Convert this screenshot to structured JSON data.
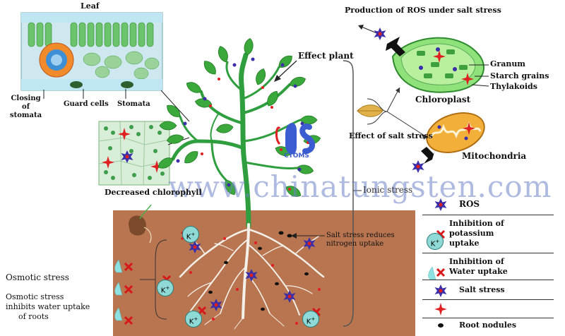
{
  "labels": {
    "leaf": "Leaf",
    "closing_of_stomata": [
      "Closing",
      "of",
      "stomata"
    ],
    "guard_cells": "Guard cells",
    "stomata": "Stomata",
    "decreased_chlorophyll": "Decreased chlorophyll",
    "effect_plant": "Effect plant",
    "production_ros": "Production of ROS under salt stress",
    "granum": "Granum",
    "starch_grains": "Starch grains",
    "thylakoids": "Thylakoids",
    "chloroplast": "Chloroplast",
    "effect_salt_stress": "Effect of salt stress",
    "mitochondria": "Mitochondria",
    "ionic_stress": "Ionic stress",
    "salt_stress_reduces": [
      "Salt stress reduces",
      "nitrogen uptake"
    ],
    "osmotic_stress": "Osmotic stress",
    "osmotic_desc": [
      "Osmotic stress",
      "inhibits water uptake",
      "of roots"
    ],
    "k_symbol": "K",
    "k_sup": "+"
  },
  "legend": [
    {
      "id": "ros",
      "text": [
        "ROS"
      ]
    },
    {
      "id": "potassium",
      "text": [
        "Inhibition of",
        "potassium",
        "uptake"
      ]
    },
    {
      "id": "water",
      "text": [
        "Inhibition of",
        "Water uptake"
      ]
    },
    {
      "id": "salt",
      "text": [
        "Salt stress"
      ]
    },
    {
      "id": "ion",
      "text": [
        ""
      ]
    },
    {
      "id": "nodules",
      "text": [
        "Root nodules"
      ]
    }
  ],
  "logo": {
    "text": "CTOMS"
  },
  "watermark": "www.chinatungsten.com",
  "colors": {
    "soil": "#b8754f",
    "leaf_green": "#3aa83a",
    "stem_green": "#2e9e3e",
    "ros_purple": "#3a2fa8",
    "ion_red": "#e02020",
    "k_cyan": "#8fd9d6",
    "root": "#f4f0ea"
  }
}
